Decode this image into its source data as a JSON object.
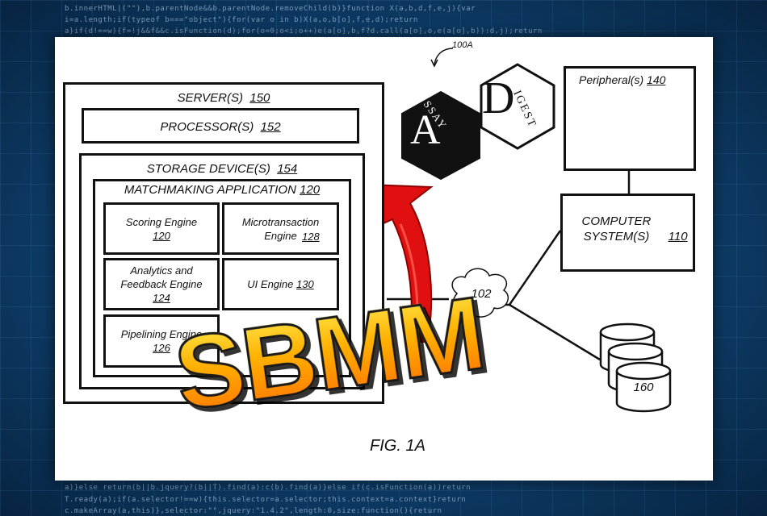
{
  "background_code": [
    "b.innerHTML|(\"\"),b.parentNode&&b.parentNode.removeChild(b)}function X(a,b,d,f,e,j){var",
    "i=a.length;if(typeof b===\"object\"){for(var o in b)X(a,o,b[o],f,e,d);return",
    "a}if(d!==w){f=!j&&f&&c.isFunction(d);for(o=0;o<i;o++)e(a[o],b,f?d.call(a[o],o,e(a[o],b)):d,j);return",
    "a)}else return(b||b.jquery?(b||T).find(a):c(b).find(a)}else if(c.isFunction(a))return",
    "T.ready(a);if(a.selector!==w){this.selector=a.selector;this.context=a.context}return",
    "c.makeArray(a,this)},selector:\"\",jquery:\"1.4.2\",length:0,size:function(){return"
  ],
  "colors": {
    "line": "#111111",
    "arrow_red": "#e01010",
    "sbmm_fill_top": "#fff45a",
    "sbmm_fill_bottom": "#ff6a00",
    "logo_dark": "#111111"
  },
  "diagram": {
    "figure_ref": "100A",
    "server": {
      "label": "SERVER(S)",
      "ref": "150"
    },
    "processor": {
      "label": "PROCESSOR(S)",
      "ref": "152"
    },
    "storage": {
      "label": "STORAGE DEVICE(S)",
      "ref": "154"
    },
    "matchmaking": {
      "label": "MATCHMAKING APPLICATION",
      "ref": "120"
    },
    "engines": {
      "scoring": {
        "label": "Scoring Engine",
        "ref": "120"
      },
      "microtransaction": {
        "label": "Microtransaction Engine",
        "ref": "128"
      },
      "analytics": {
        "label": "Analytics and Feedback Engine",
        "ref": "124"
      },
      "ui": {
        "label": "UI Engine",
        "ref": "130"
      },
      "pipelining": {
        "label": "Pipelining Engine",
        "ref": "126"
      }
    },
    "network": {
      "ref": "102"
    },
    "computer": {
      "label": "COMPUTER SYSTEM(S)",
      "ref": "110"
    },
    "peripheral": {
      "label": "Peripheral(s)",
      "ref": "140",
      "icons": [
        "gamepad-icon",
        "sensor-bar-icon",
        "keyboard-icon",
        "mouse-icon"
      ]
    },
    "database": {
      "ref": "160"
    },
    "figure_caption": "FIG. 1A"
  },
  "logo": {
    "left_letter": "A",
    "left_word": "SSAY",
    "right_letter": "D",
    "right_word": "IGEST"
  },
  "overlay_text": "SBMM"
}
